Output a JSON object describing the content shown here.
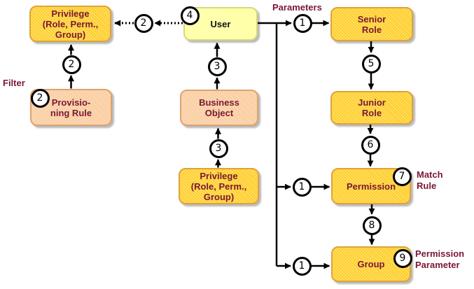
{
  "colors": {
    "gold": "#FFCC33",
    "peach": "#FACC9E",
    "pale_yellow": "#FFFF9C",
    "maroon": "#7A1833",
    "line": "#000000"
  },
  "nodes": {
    "privilege_top": {
      "lines": [
        "Privilege",
        "(Role, Perm.,",
        "Group)"
      ]
    },
    "provisioning_rule": {
      "lines": [
        "Provisio-",
        "ning Rule"
      ]
    },
    "user": {
      "lines": [
        "User"
      ]
    },
    "business_object": {
      "lines": [
        "Business",
        "Object"
      ]
    },
    "privilege_bottom": {
      "lines": [
        "Privilege",
        "(Role, Perm.,",
        "Group)"
      ]
    },
    "senior_role": {
      "lines": [
        "Senior",
        "Role"
      ]
    },
    "junior_role": {
      "lines": [
        "Junior",
        "Role"
      ]
    },
    "permission": {
      "lines": [
        "Permission"
      ]
    },
    "group": {
      "lines": [
        "Group"
      ]
    }
  },
  "annotations": {
    "filter": "Filter",
    "parameters": "Parameters",
    "match_rule": {
      "lines": [
        "Match",
        "Rule"
      ]
    },
    "permission_parameter": {
      "lines": [
        "Permission",
        "Parameter"
      ]
    }
  },
  "badges": {
    "dotted_privilege": "2",
    "provisioning_privilege": "2",
    "filter_provisioning": "2",
    "business_user": "3",
    "privilege_business": "3",
    "user_corner": "4",
    "user_senior": "1",
    "user_permission": "1",
    "user_group": "1",
    "senior_junior": "5",
    "junior_permission": "6",
    "permission_corner": "7",
    "permission_group": "8",
    "group_corner": "9"
  }
}
